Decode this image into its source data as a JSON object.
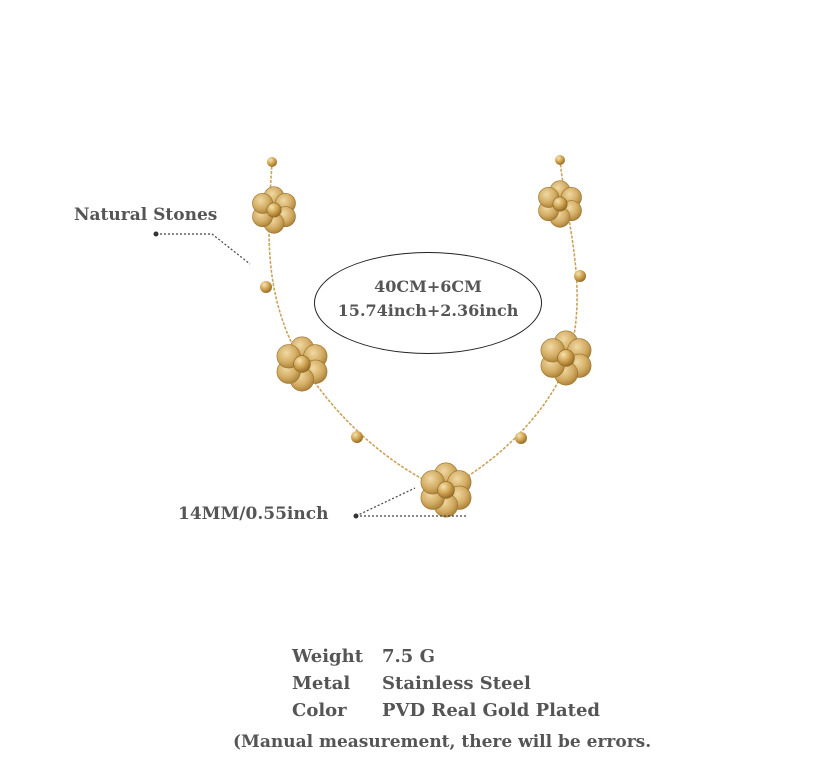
{
  "annotations": {
    "stones_label": "Natural Stones",
    "size_label": "14MM/0.55inch",
    "length_cm": "40CM+6CM",
    "length_inch": "15.74inch+2.36inch"
  },
  "specs": [
    {
      "key": "Weight",
      "value": "7.5 G"
    },
    {
      "key": "Metal",
      "value": "Stainless Steel"
    },
    {
      "key": "Color",
      "value": "PVD Real Gold Plated"
    }
  ],
  "disclaimer": "(Manual measurement, there will be errors.",
  "colors": {
    "gold": "#c9a35a",
    "gold_dark": "#a57c34",
    "gold_light": "#e6c88c",
    "text": "#555555"
  }
}
